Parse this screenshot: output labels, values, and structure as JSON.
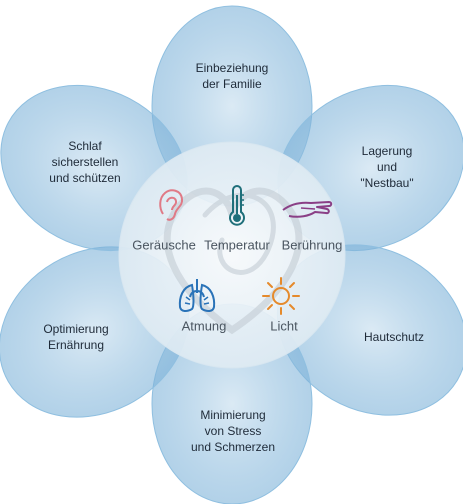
{
  "petals": [
    {
      "id": "family",
      "label": "Einbeziehung\nder Familie"
    },
    {
      "id": "positioning",
      "label": "Lagerung\nund\n\"Nestbau\""
    },
    {
      "id": "skin",
      "label": "Hautschutz"
    },
    {
      "id": "stress",
      "label": "Minimierung\nvon Stress\nund Schmerzen"
    },
    {
      "id": "nutrition",
      "label": "Optimierung\nErnährung"
    },
    {
      "id": "sleep",
      "label": "Schlaf\nsicherstellen\nund schützen"
    }
  ],
  "core": [
    {
      "id": "noise",
      "label": "Geräusche",
      "icon": "ear-icon",
      "color": "#e07a86"
    },
    {
      "id": "temperature",
      "label": "Temperatur",
      "icon": "thermometer-icon",
      "color": "#1f6f7a"
    },
    {
      "id": "touch",
      "label": "Berührung",
      "icon": "hand-icon",
      "color": "#8a3f86"
    },
    {
      "id": "breathing",
      "label": "Atmung",
      "icon": "lungs-icon",
      "color": "#2a73b8"
    },
    {
      "id": "light",
      "label": "Licht",
      "icon": "sun-icon",
      "color": "#e58a2c"
    }
  ],
  "colors": {
    "petal_fill": "#a9cde6",
    "petal_edge": "#5f9fcb",
    "center_fill": "#e9f1f6",
    "core_text": "#4a5560",
    "heart_logo": "#c3ccd4"
  }
}
